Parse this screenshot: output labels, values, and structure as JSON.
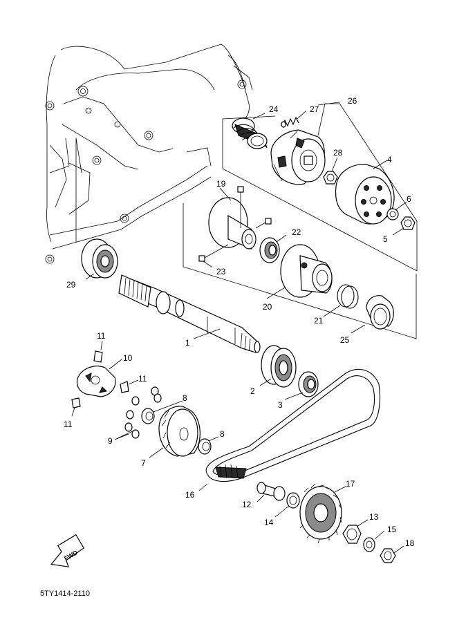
{
  "diagram": {
    "code": "5TY1414-2110",
    "fwd_label": "FWD",
    "callouts": [
      "1",
      "2",
      "3",
      "4",
      "5",
      "6",
      "7",
      "8",
      "8",
      "9",
      "10",
      "11",
      "11",
      "11",
      "12",
      "13",
      "14",
      "15",
      "16",
      "17",
      "18",
      "19",
      "20",
      "21",
      "22",
      "23",
      "24",
      "25",
      "26",
      "27",
      "28",
      "29"
    ]
  }
}
